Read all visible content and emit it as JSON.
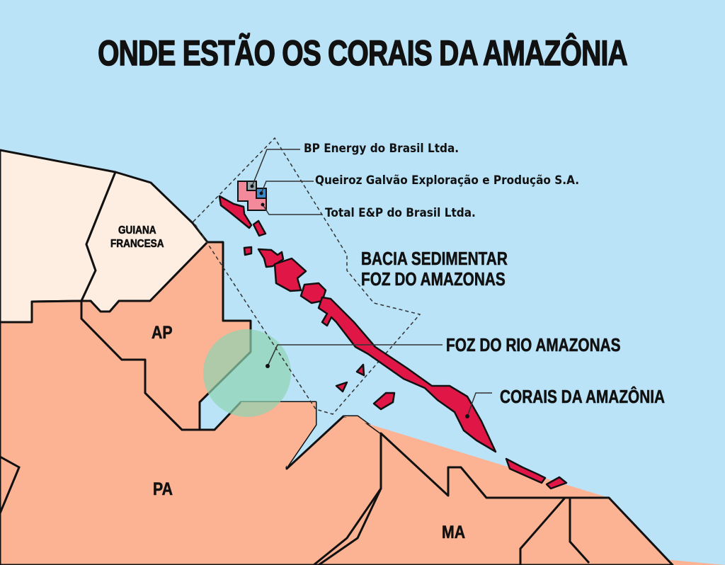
{
  "title": "ONDE ESTÃO OS CORAIS DA AMAZÔNIA",
  "colors": {
    "ocean": "#bae3f8",
    "brazil_states": "#fbb393",
    "guiana": "#feeee2",
    "corals": "#e01646",
    "blocks_pink": "#f28a9c",
    "block_bp": "#9aa7ad",
    "block_queiroz": "#3d88c8",
    "river_mouth_highlight": "#8ed4b0",
    "outline": "#111111"
  },
  "regions": {
    "guiana": {
      "line1": "GUIANA",
      "line2": "FRANCESA"
    },
    "ap": "AP",
    "pa": "PA",
    "ma": "MA"
  },
  "companies": [
    {
      "label": "BP Energy do Brasil Ltda.",
      "block": "bp"
    },
    {
      "label": "Queiroz Galvão Exploração e Produção S.A.",
      "block": "queiroz"
    },
    {
      "label": "Total E&P do Brasil Ltda.",
      "block": "total"
    }
  ],
  "annotations": {
    "basin": {
      "line1": "BACIA SEDIMENTAR",
      "line2": "FOZ DO AMAZONAS"
    },
    "river_mouth": "FOZ DO RIO AMAZONAS",
    "corals": "CORAIS DA AMAZÔNIA"
  }
}
